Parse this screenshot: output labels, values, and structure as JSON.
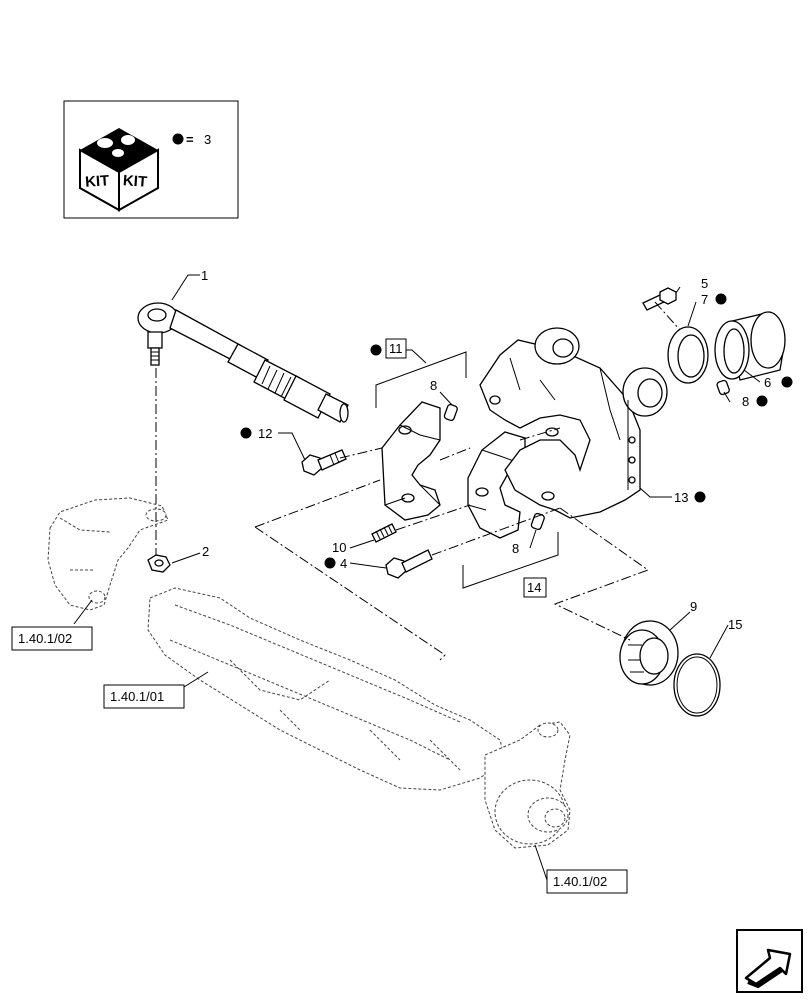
{
  "kit_legend": {
    "kit_text_left": "KIT",
    "kit_text_right": "KIT",
    "equals": "=",
    "qty": "3"
  },
  "callouts": {
    "c1": "1",
    "c2": "2",
    "c4": "4",
    "c5": "5",
    "c6": "6",
    "c7": "7",
    "c8a": "8",
    "c8b": "8",
    "c8c": "8",
    "c9": "9",
    "c10": "10",
    "c11": "11",
    "c12": "12",
    "c13": "13",
    "c14": "14",
    "c15": "15"
  },
  "references": {
    "ref_left": "1.40.1/02",
    "ref_axle": "1.40.1/01",
    "ref_bottom": "1.40.1/02"
  },
  "colors": {
    "line": "#000000",
    "background": "#ffffff",
    "ghost": "#555555"
  },
  "icons": {
    "kit": "kit-box-icon",
    "bullet": "kit-bullet-icon",
    "nav": "next-page-arrow-icon"
  }
}
